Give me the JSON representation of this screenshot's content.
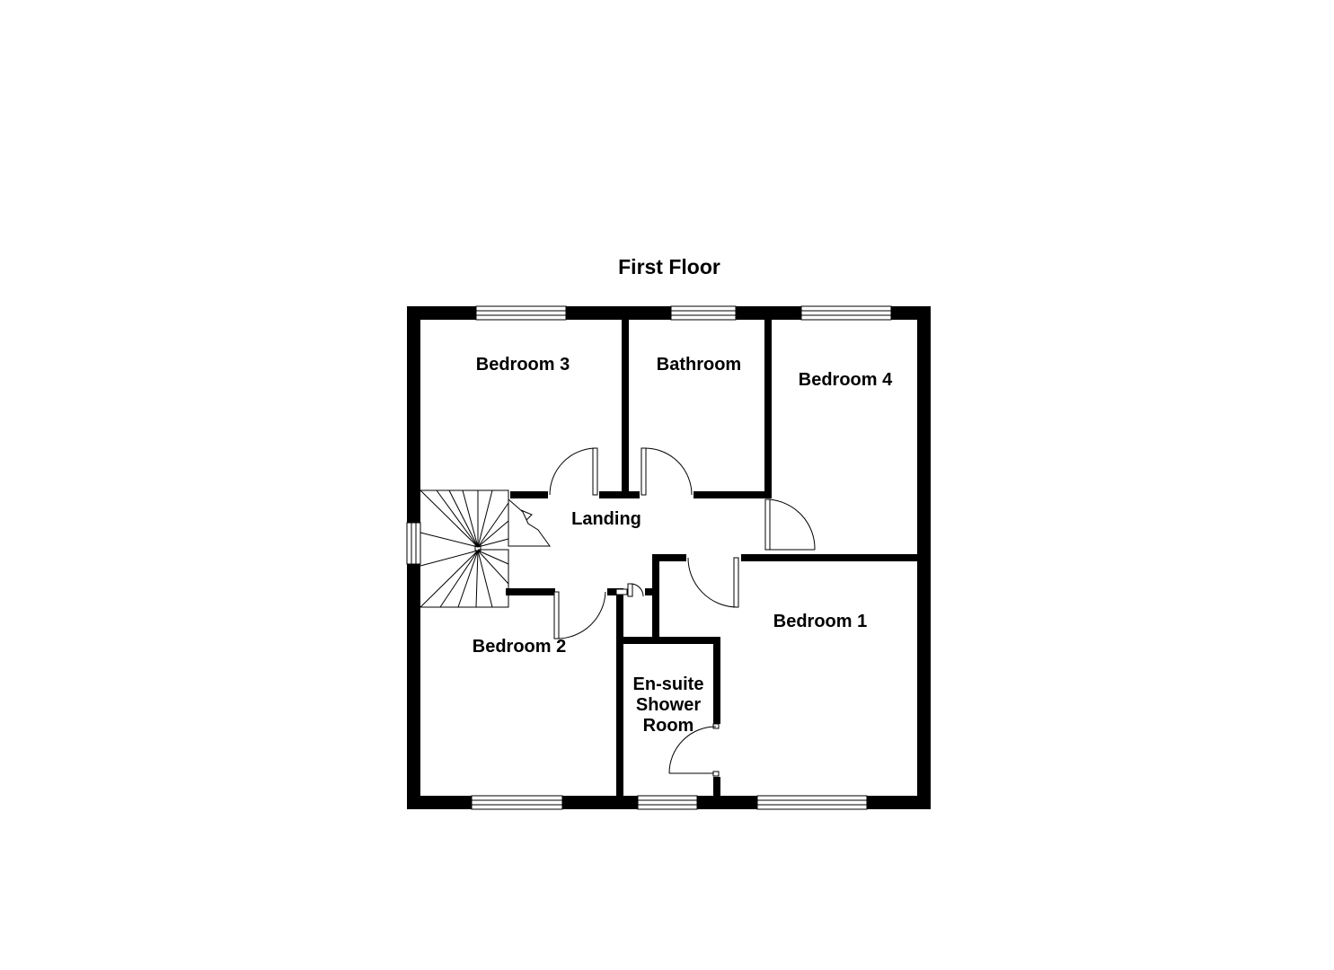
{
  "floor_title": "First Floor",
  "rooms": {
    "bedroom_3": "Bedroom 3",
    "bathroom": "Bathroom",
    "bedroom_4": "Bedroom 4",
    "landing": "Landing",
    "bedroom_1": "Bedroom 1",
    "bedroom_2": "Bedroom 2",
    "ensuite_line1": "En-suite",
    "ensuite_line2": "Shower",
    "ensuite_line3": "Room"
  },
  "colors": {
    "wall": "#000000",
    "background": "#ffffff"
  }
}
